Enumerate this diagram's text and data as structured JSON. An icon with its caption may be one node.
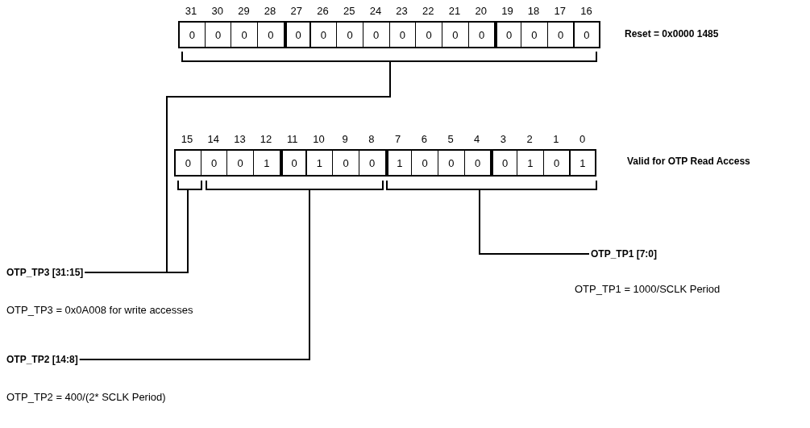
{
  "diagram": {
    "nodes": [
      {
        "text": [
          "0"
        ]
      },
      {
        "text": [
          "0"
        ]
      },
      {
        "text": [
          "0"
        ]
      },
      {
        "text": [
          "0"
        ]
      },
      {
        "text": [
          "0"
        ]
      },
      {
        "text": [
          "0"
        ]
      },
      {
        "text": [
          "0"
        ]
      },
      {
        "text": [
          "0"
        ]
      },
      {
        "text": [
          "0"
        ]
      },
      {
        "text": [
          "0"
        ]
      },
      {
        "text": [
          "0"
        ]
      },
      {
        "text": [
          "0"
        ]
      },
      {
        "text": [
          "0"
        ]
      },
      {
        "text": [
          "0"
        ]
      },
      {
        "text": [
          "0"
        ]
      },
      {
        "text": [
          "0"
        ]
      },
      {
        "text": [
          "0"
        ]
      },
      {
        "text": [
          "0"
        ]
      },
      {
        "text": [
          "0"
        ]
      },
      {
        "text": [
          "1"
        ]
      },
      {
        "text": [
          "0"
        ]
      },
      {
        "text": [
          "1"
        ]
      },
      {
        "text": [
          "0"
        ]
      },
      {
        "text": [
          "0"
        ]
      },
      {
        "text": [
          "1"
        ]
      },
      {
        "text": [
          "0"
        ]
      },
      {
        "text": [
          "0"
        ]
      },
      {
        "text": [
          "0"
        ]
      },
      {
        "text": [
          "0"
        ]
      },
      {
        "text": [
          "1"
        ]
      },
      {
        "text": [
          "0"
        ]
      },
      {
        "text": [
          "1"
        ]
      },
      {
        "text": [],
        "shape": "bracket"
      },
      {
        "text": [],
        "shape": "bracket"
      },
      {
        "text": [],
        "shape": "bracket"
      },
      {
        "text": [],
        "shape": "bracket"
      },
      {
        "text": [
          "OTP_TP3 [31:15]"
        ]
      },
      {
        "text": [
          "OTP_TP1 [7:0]"
        ]
      },
      {
        "text": [
          "OTP_TP2 [14:8]"
        ]
      }
    ],
    "edges": [
      {
        "from": 36,
        "to": 32,
        "arrow": "none"
      },
      {
        "from": 36,
        "to": 33,
        "arrow": "none"
      },
      {
        "from": 37,
        "to": 35,
        "arrow": "none"
      },
      {
        "from": 38,
        "to": 34,
        "arrow": "none"
      }
    ],
    "labels": [
      "31",
      "30",
      "29",
      "28",
      "27",
      "26",
      "25",
      "24",
      "23",
      "22",
      "21",
      "20",
      "19",
      "18",
      "17",
      "16",
      "Reset = 0x0000 1485",
      "15",
      "14",
      "13",
      "12",
      "11",
      "10",
      "9",
      "8",
      "7",
      "6",
      "5",
      "4",
      "3",
      "2",
      "1",
      "0",
      "Valid for OTP Read Access",
      "OTP_TP1 = 1000/SCLK Period",
      "OTP_TP3 = 0x0A008 for write accesses",
      "OTP_TP2 = 400/(2* SCLK Period)"
    ]
  }
}
